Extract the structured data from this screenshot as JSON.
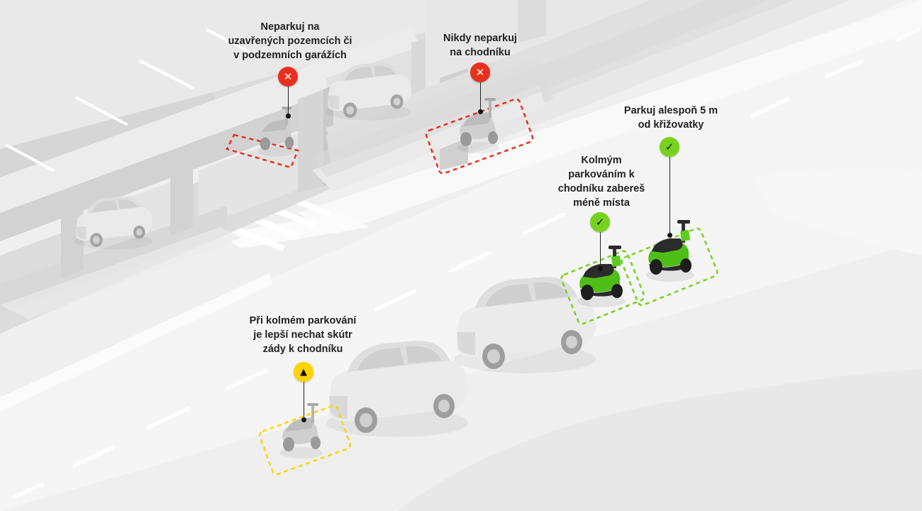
{
  "colors": {
    "background": "#efefef",
    "road": "#f4f4f4",
    "sidewalk": "#fafafa",
    "building": "#e6e6e6",
    "bad": "#e8311c",
    "good": "#77d21c",
    "warn": "#ffd400"
  },
  "tips": {
    "no_garage": {
      "text_lines": [
        "Neparkuj na",
        "uzavřených pozemcích či",
        "v podzemních garážích"
      ],
      "status": "bad",
      "icon": "x-icon",
      "symbol": "✕"
    },
    "no_sidewalk": {
      "text_lines": [
        "Nikdy neparkuj",
        "na chodníku"
      ],
      "status": "bad",
      "icon": "x-icon",
      "symbol": "✕"
    },
    "distance_crossing": {
      "text_lines": [
        "Parkuj alespoň 5 m",
        "od křižovatky"
      ],
      "status": "good",
      "icon": "check-icon",
      "symbol": "✓"
    },
    "perpendicular": {
      "text_lines": [
        "Kolmým",
        "parkováním k",
        "chodníku zabereš",
        "méně místa"
      ],
      "status": "good",
      "icon": "check-icon",
      "symbol": "✓"
    },
    "back_to_sidewalk": {
      "text_lines": [
        "Při kolmém parkování",
        "je lepší nechat skútr",
        "zády k chodníku"
      ],
      "status": "warn",
      "icon": "warning-icon",
      "symbol": "▲"
    }
  }
}
